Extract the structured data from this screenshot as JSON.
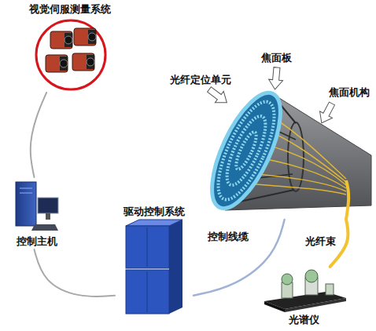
{
  "diagram": {
    "nodes": [
      {
        "text": [
          "视觉伺服测量系统"
        ]
      },
      {
        "text": [
          "控制主机"
        ]
      },
      {
        "text": [
          "驱动控制系统"
        ]
      },
      {
        "text": [
          "焦面机构"
        ]
      },
      {
        "text": [
          "光谱仪"
        ]
      }
    ],
    "edges": [
      {
        "from": 0,
        "to": 1,
        "arrow": "none"
      },
      {
        "from": 1,
        "to": 2,
        "arrow": "none"
      },
      {
        "from": 2,
        "to": 3,
        "label": "控制线缆",
        "arrow": "none"
      },
      {
        "from": 3,
        "to": 4,
        "label": "光纤束",
        "arrow": "none"
      }
    ],
    "labels": [
      "光纤定位单元",
      "焦面板"
    ]
  }
}
